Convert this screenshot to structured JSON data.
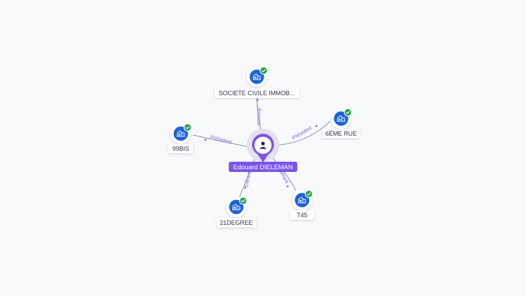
{
  "center": {
    "name": "Edouard DIELEMAN",
    "icon": "person-icon",
    "color": "#7b55e8"
  },
  "companies": [
    {
      "id": "societe",
      "name": "SOCIETE CIVILE IMMOB...",
      "role": "Associé",
      "icon": "building-icon",
      "verified": true
    },
    {
      "id": "sixeme",
      "name": "6ÈME RUE",
      "role": "Président",
      "icon": "building-icon",
      "verified": true
    },
    {
      "id": "t45",
      "name": "T45",
      "role": "Gérant",
      "icon": "building-icon",
      "verified": true
    },
    {
      "id": "21degree",
      "name": "21DEGREE",
      "role": "Gérant",
      "icon": "building-icon",
      "verified": true
    },
    {
      "id": "99bis",
      "name": "99BIS",
      "role": "Président",
      "icon": "building-icon",
      "verified": true
    }
  ],
  "colors": {
    "company_icon": "#1c63d6",
    "verified_badge": "#1f9d4a",
    "edge": "#6b7280",
    "edge_label": "#7a62e6",
    "label_bg": "#ffffff"
  }
}
